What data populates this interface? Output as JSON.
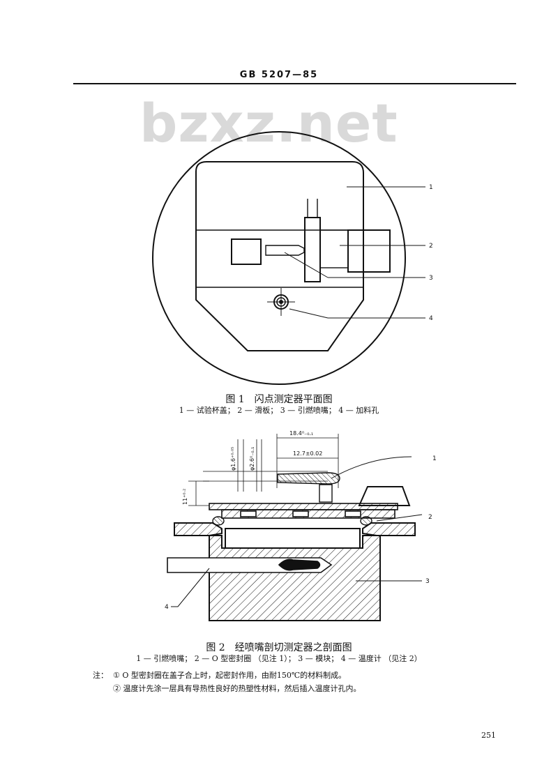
{
  "header": {
    "standard_code": "GB 5207—85",
    "watermark": "bzxz.net"
  },
  "figure1": {
    "title": "图 1　闪点测定器平面图",
    "legend": "1 — 试验杯盖； 2 — 滑板； 3 — 引燃喷嘴； 4 — 加料孔",
    "callouts": [
      "1",
      "2",
      "3",
      "4"
    ]
  },
  "figure2": {
    "title": "图 2　经喷嘴剖切测定器之剖面图",
    "legend": "1 — 引燃喷嘴； 2 — O 型密封圈 （见注 1）； 3 — 模块； 4 — 温度计 （见注 2）",
    "callouts": [
      "1",
      "2",
      "3",
      "4"
    ],
    "dimensions": {
      "d1": "φ1.6⁺⁰·⁰⁵",
      "d2": "φ2.6⁰₋₀.₁",
      "len1": "18.4⁰₋₀.₁",
      "len2": "12.7±0.02",
      "h": "11⁺⁰·²"
    }
  },
  "notes": {
    "label": "注：",
    "items": [
      "① O 型密封圈在盖子合上时，起密封作用，由耐150℃的材料制成。",
      "② 温度计先涂一层具有导热性良好的热塑性材料，然后插入温度计孔内。"
    ]
  },
  "page_number": "251"
}
